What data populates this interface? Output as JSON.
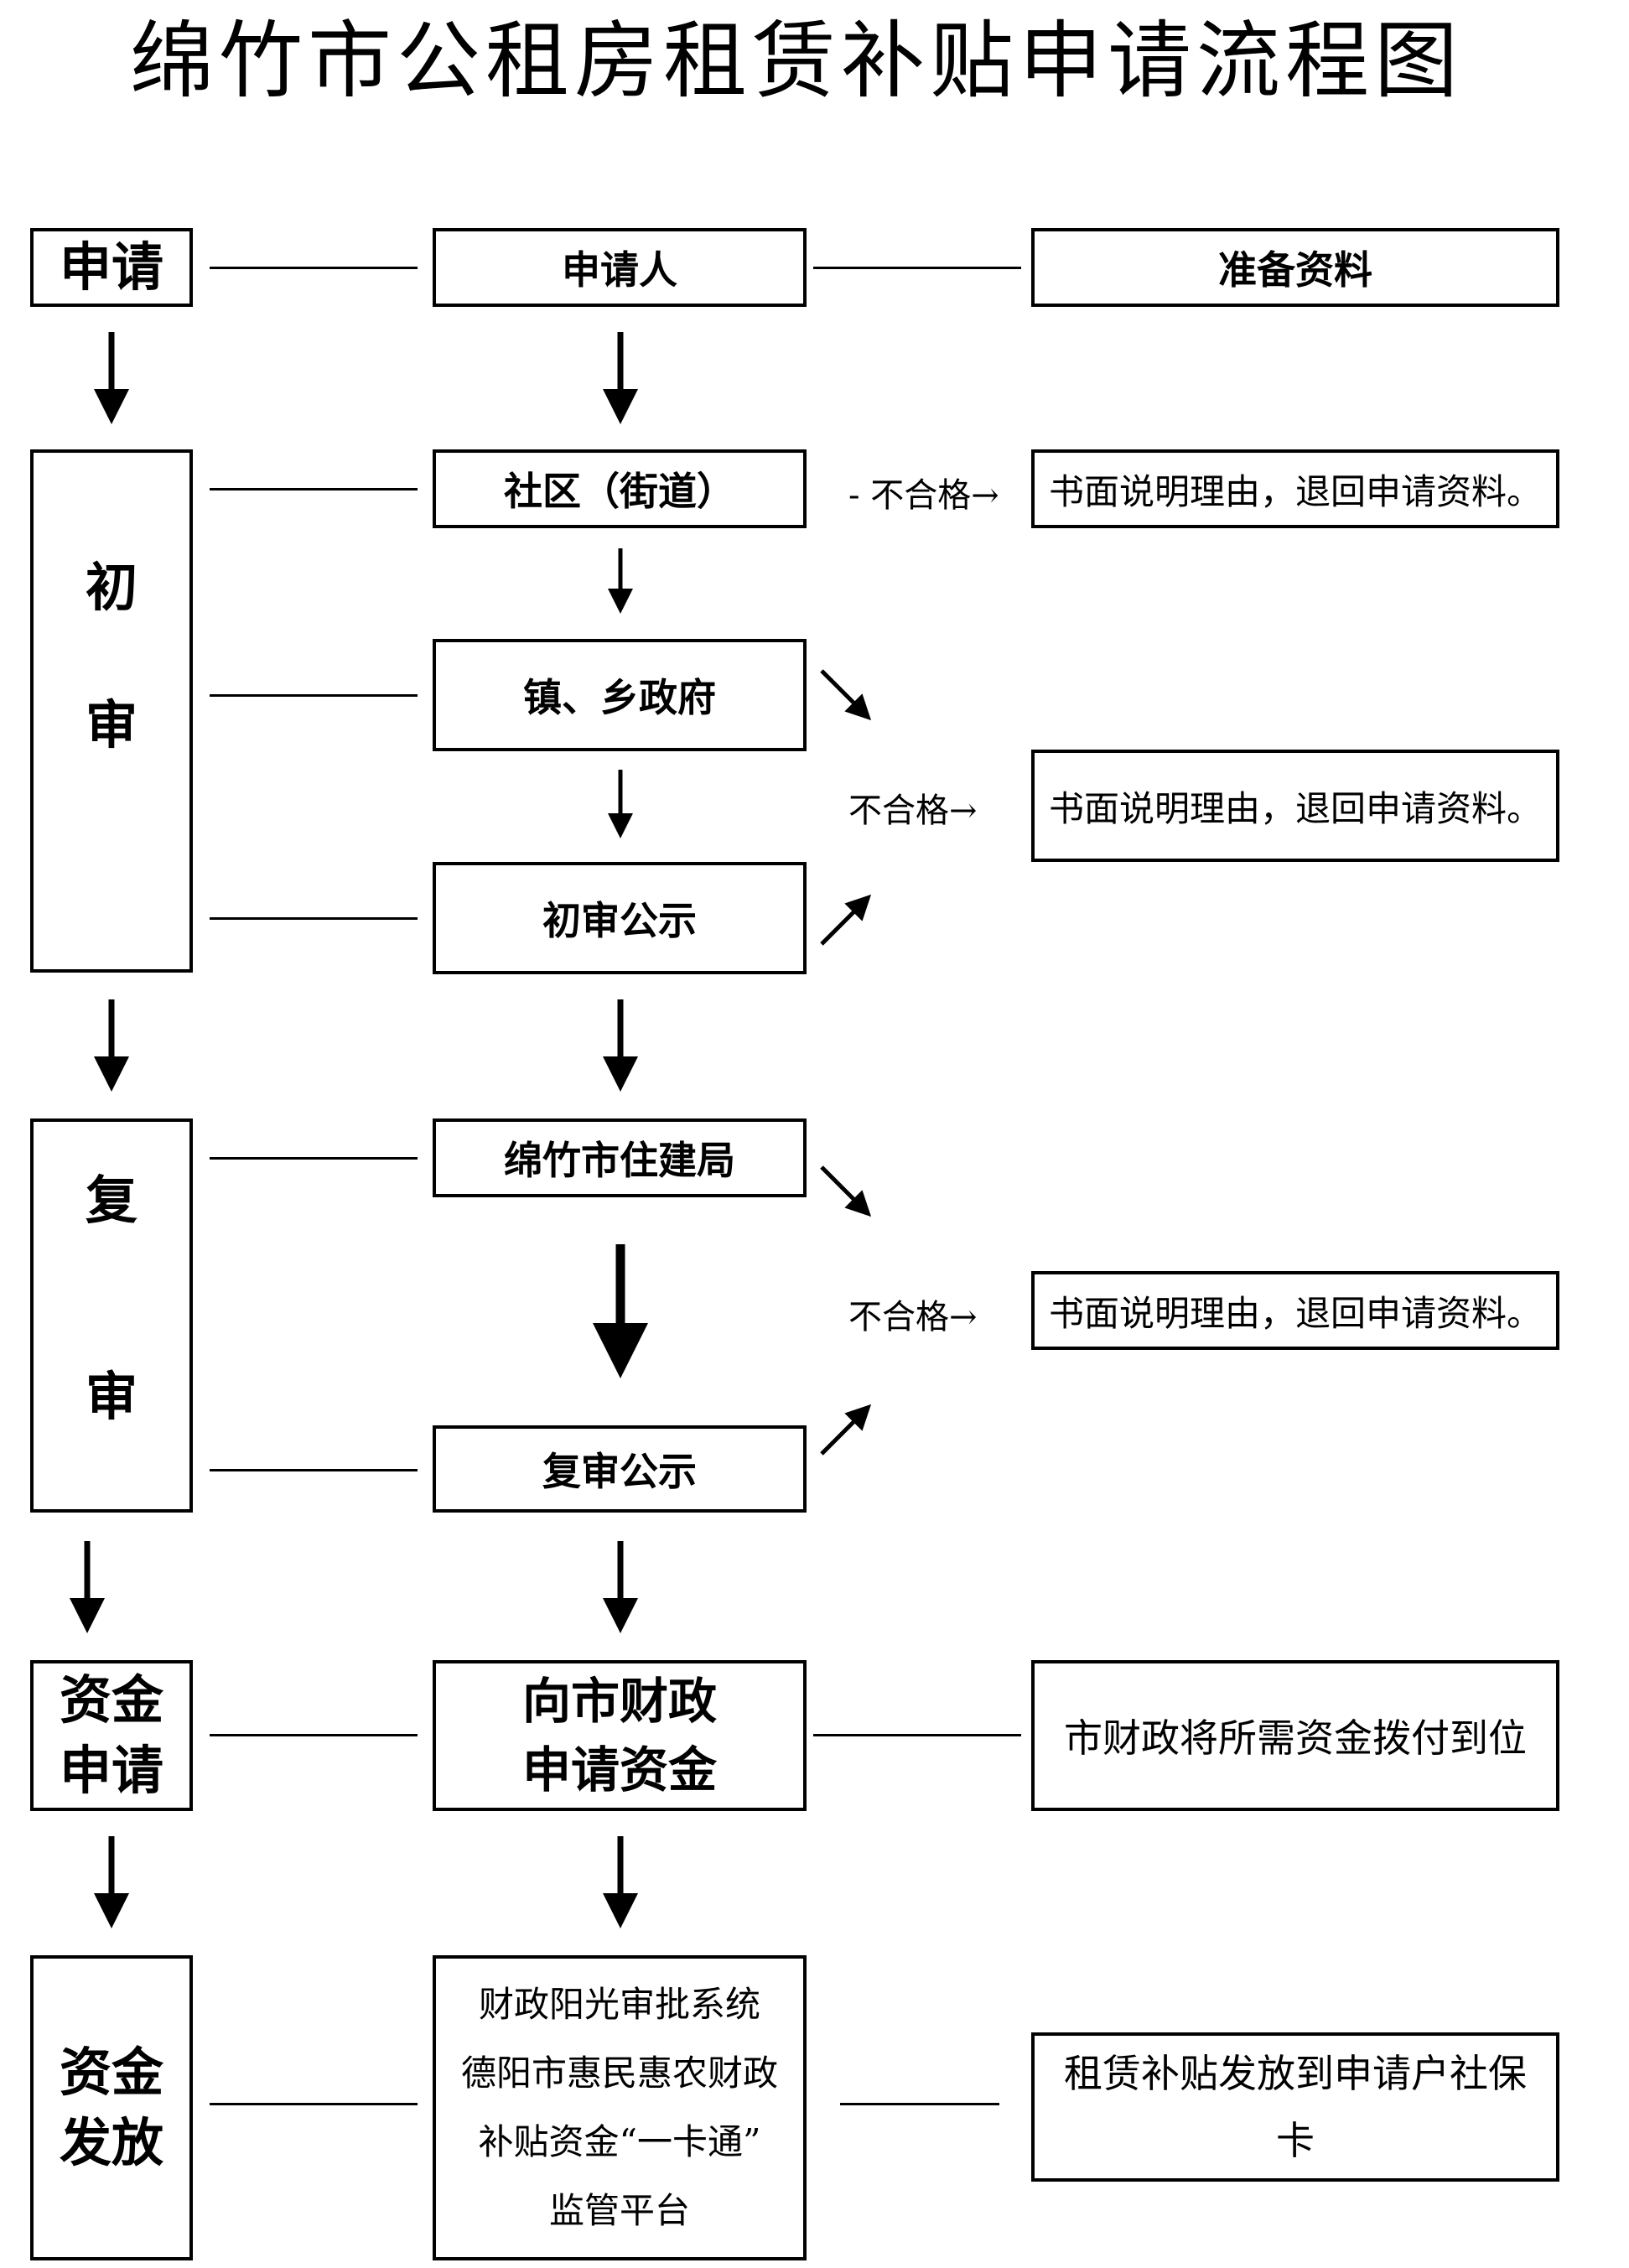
{
  "title": "绵竹市公租房租赁补贴申请流程图",
  "stages": {
    "apply": "申请",
    "initial_review_1": "初",
    "initial_review_2": "审",
    "re_review_1": "复",
    "re_review_2": "审",
    "funding_request_1": "资金",
    "funding_request_2": "申请",
    "funding_release_1": "资金",
    "funding_release_2": "发放"
  },
  "steps": {
    "applicant": "申请人",
    "community": "社区（街道）",
    "township": "镇、乡政府",
    "initial_notice": "初审公示",
    "housing_bureau": "绵竹市住建局",
    "re_review_notice": "复审公示",
    "finance_request_1": "向市财政",
    "finance_request_2": "申请资金",
    "platform_1": "财政阳光审批系统",
    "platform_2": "德阳市惠民惠农财政",
    "platform_3": "补贴资金“一卡通”",
    "platform_4": "监管平台"
  },
  "outcomes": {
    "prepare_materials": "准备资料",
    "reject_1": "书面说明理由，退回申请资料。",
    "reject_2": "书面说明理由，退回申请资料。",
    "reject_3": "书面说明理由，退回申请资料。",
    "funds_allocated": "市财政将所需资金拨付到位",
    "subsidy_issued_1": "租赁补贴发放到申请户社保",
    "subsidy_issued_2": "卡"
  },
  "labels": {
    "unqualified_1": "- 不合格→",
    "unqualified_2": "不合格→",
    "unqualified_3": "不合格→"
  }
}
